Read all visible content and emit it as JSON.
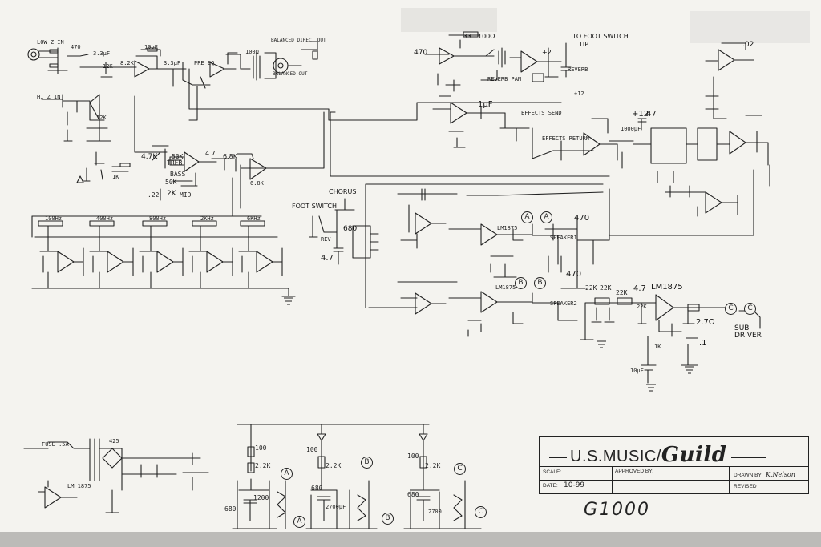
{
  "sheet": {
    "title_block": {
      "brand_prefix": "U.S.MUSIC/",
      "brand_script": "Guild",
      "scale_label": "SCALE:",
      "approved_label": "APPROVED BY:",
      "drawn_label": "DRAWN BY",
      "date_label": "DATE:",
      "date_value": "10-99",
      "revised_label": "REVISED",
      "drawn_value": "K.Nelson"
    },
    "model": "G1000"
  },
  "labels": {
    "low_z_in": "LOW Z IN",
    "hi_z_in": "HI Z IN",
    "balanced_direct_out": "BALANCED DIRECT OUT",
    "balanced_out": "BALANCED OUT",
    "to_foot_switch": "TO FOOT SWITCH",
    "tip": "TIP",
    "reverb_pan": "REVERB PAN",
    "reverb": "REVERB",
    "effects_send": "EFFECTS SEND",
    "effects_return": "EFFECTS RETURN",
    "foot_switch": "FOOT SWITCH",
    "chorus": "CHORUS",
    "rev": "REV",
    "speaker1": "SPEAKER1",
    "speaker2": "SPEAKER2",
    "sub_driver": "SUB DRIVER",
    "lm1875_top": "LM1875",
    "lm1875_bot": "LM1875",
    "lm1875_psu": "LM 1875",
    "lm1875_main": "LM1875",
    "bass": "BASS",
    "mid": "MID",
    "treble": "TREB",
    "fuse": "FUSE .5A",
    "v1": "470",
    "v2": "3.3μF",
    "v3": "12K",
    "v4": "8.2K",
    "v5": "10pF",
    "v6": "3.3μF",
    "v7": "PRE EQ",
    "v8": "100Ω",
    "v9": "33",
    "v10": "100Ω",
    "v11": "470",
    "v12": "+2",
    "v13": "1μF",
    "v14": "+12",
    "v15": "+12",
    "v16": "47",
    "v17": "1000μF",
    "v18": "4.7K",
    "v19": "50K",
    "v20": "4.7",
    "v21": "6.8K",
    "v22": "6.8K",
    "v23": "2K",
    "v24": "50K",
    "v25": ".22",
    "v26": "680",
    "v27": "4.7",
    "v28": "470",
    "v29": "470",
    "v30": "22K",
    "v31": "22K",
    "v32": "22K",
    "v33": "4.7",
    "v34": "22K",
    "v35": "2.7Ω",
    "v36": ".1",
    "v37": "1K",
    "v38": "10μF",
    "v39": "2.2K",
    "v40": "100",
    "v41": "2.2K",
    "v42": "100",
    "v43": "2.2K",
    "v44": "100",
    "v45": "680",
    "v46": "1200",
    "v47": "680",
    "v48": "2700μF",
    "v49": "680",
    "v50": "2700",
    "v51": ".02",
    "v52": "425",
    "v53": "100Hz",
    "v54": "400Hz",
    "v55": "800Hz",
    "v56": "2KHz",
    "v57": "6KHz",
    "v58": "12K",
    "v59": "1K"
  },
  "nodes": {
    "a": "A",
    "b": "B",
    "c": "C"
  },
  "colors": {
    "ink": "#222222",
    "paper": "#f4f3ef"
  }
}
